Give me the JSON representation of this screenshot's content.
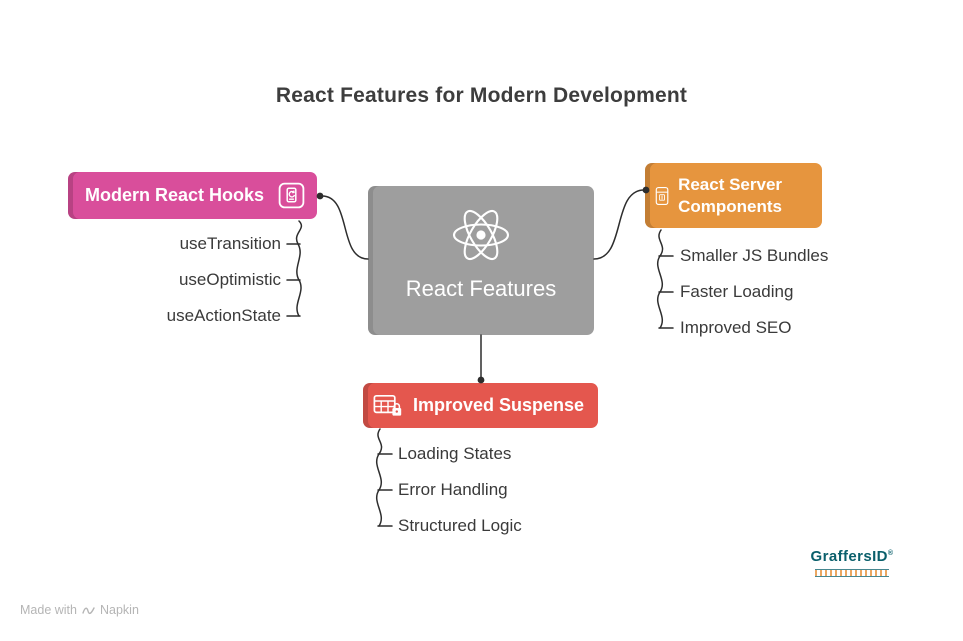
{
  "title": "React Features for Modern Development",
  "center": {
    "label": "React Features",
    "color": "#9E9E9E"
  },
  "nodes": {
    "hooks": {
      "label": "Modern React Hooks",
      "color": "#D94E9B",
      "items": [
        "useTransition",
        "useOptimistic",
        "useActionState"
      ]
    },
    "server": {
      "label": "React Server Components",
      "color": "#E6953E",
      "items": [
        "Smaller JS Bundles",
        "Faster Loading",
        "Improved SEO"
      ]
    },
    "suspense": {
      "label": "Improved Suspense",
      "color": "#E4574E",
      "items": [
        "Loading States",
        "Error Handling",
        "Structured Logic"
      ]
    }
  },
  "connector_color": "#2d2d2d",
  "footer": {
    "made_with": "Made with",
    "brand": "Napkin"
  },
  "watermark": {
    "brand": "GraffersID",
    "registered": "®"
  }
}
